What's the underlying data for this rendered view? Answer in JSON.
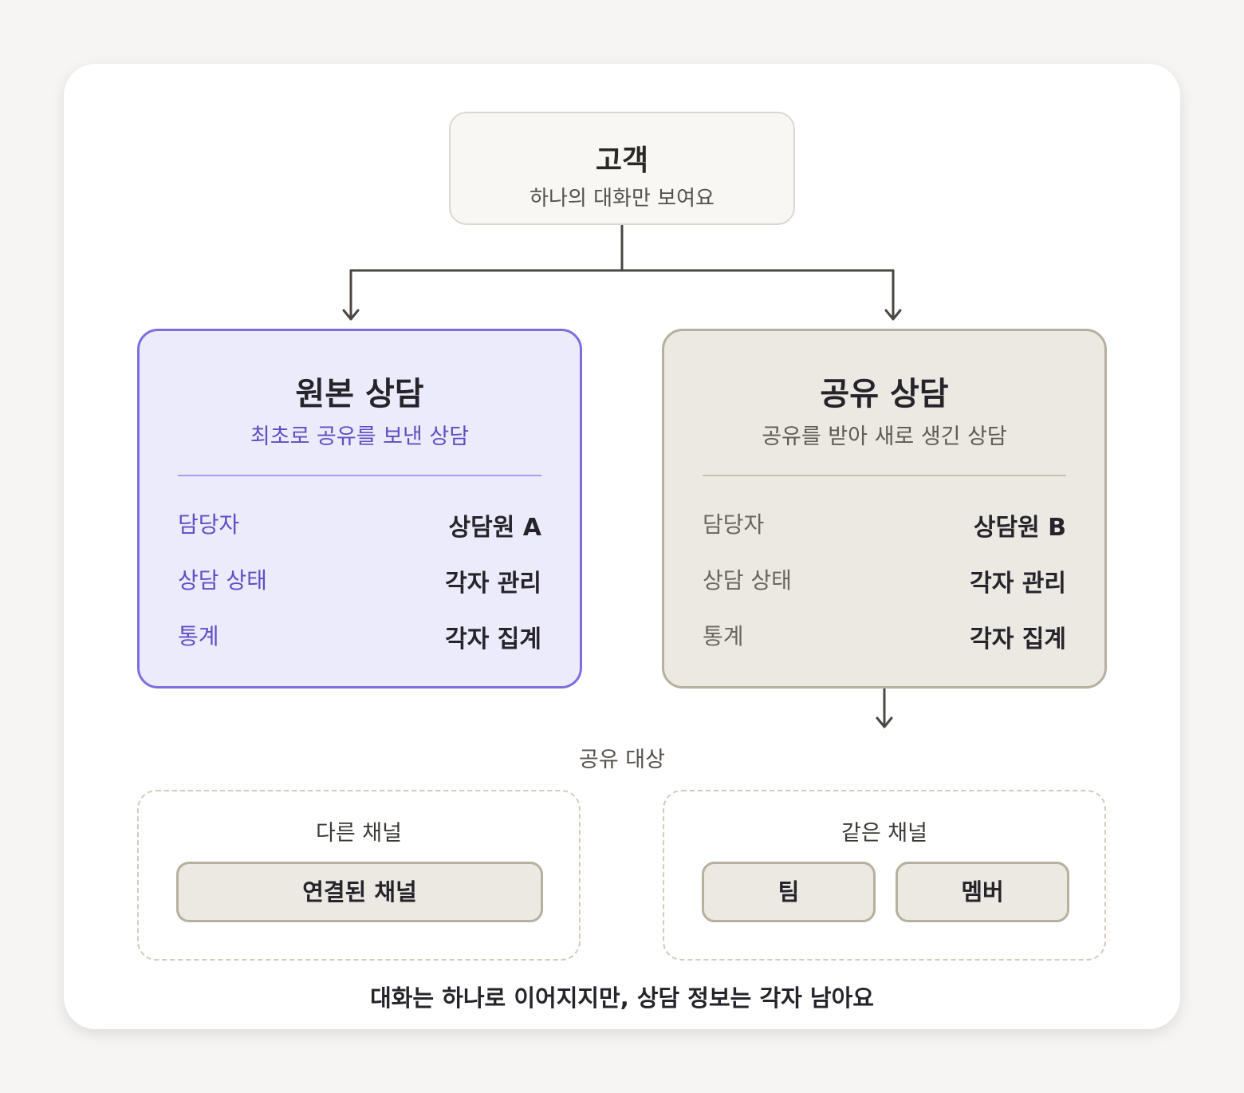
{
  "customer": {
    "title": "고객",
    "subtitle": "하나의 대화만 보여요"
  },
  "original": {
    "title": "원본 상담",
    "subtitle": "최초로 공유를 보낸 상담",
    "rows": [
      {
        "label": "담당자",
        "value": "상담원 A"
      },
      {
        "label": "상담 상태",
        "value": "각자 관리"
      },
      {
        "label": "통계",
        "value": "각자 집계"
      }
    ]
  },
  "shared": {
    "title": "공유 상담",
    "subtitle": "공유를 받아 새로 생긴 상담",
    "rows": [
      {
        "label": "담당자",
        "value": "상담원 B"
      },
      {
        "label": "상담 상태",
        "value": "각자 관리"
      },
      {
        "label": "통계",
        "value": "각자 집계"
      }
    ]
  },
  "targets": {
    "label": "공유 대상",
    "other_channel": {
      "title": "다른 채널",
      "items": [
        "연결된 채널"
      ]
    },
    "same_channel": {
      "title": "같은 채널",
      "items": [
        "팀",
        "멤버"
      ]
    }
  },
  "footer": "대화는 하나로 이어지지만, 상담 정보는 각자 남아요",
  "colors": {
    "original_accent": "#7b6ee0",
    "original_fill": "#ecebfb",
    "shared_border": "#b7af9f",
    "shared_fill": "#ebe9e2",
    "connector": "#4a4743"
  }
}
